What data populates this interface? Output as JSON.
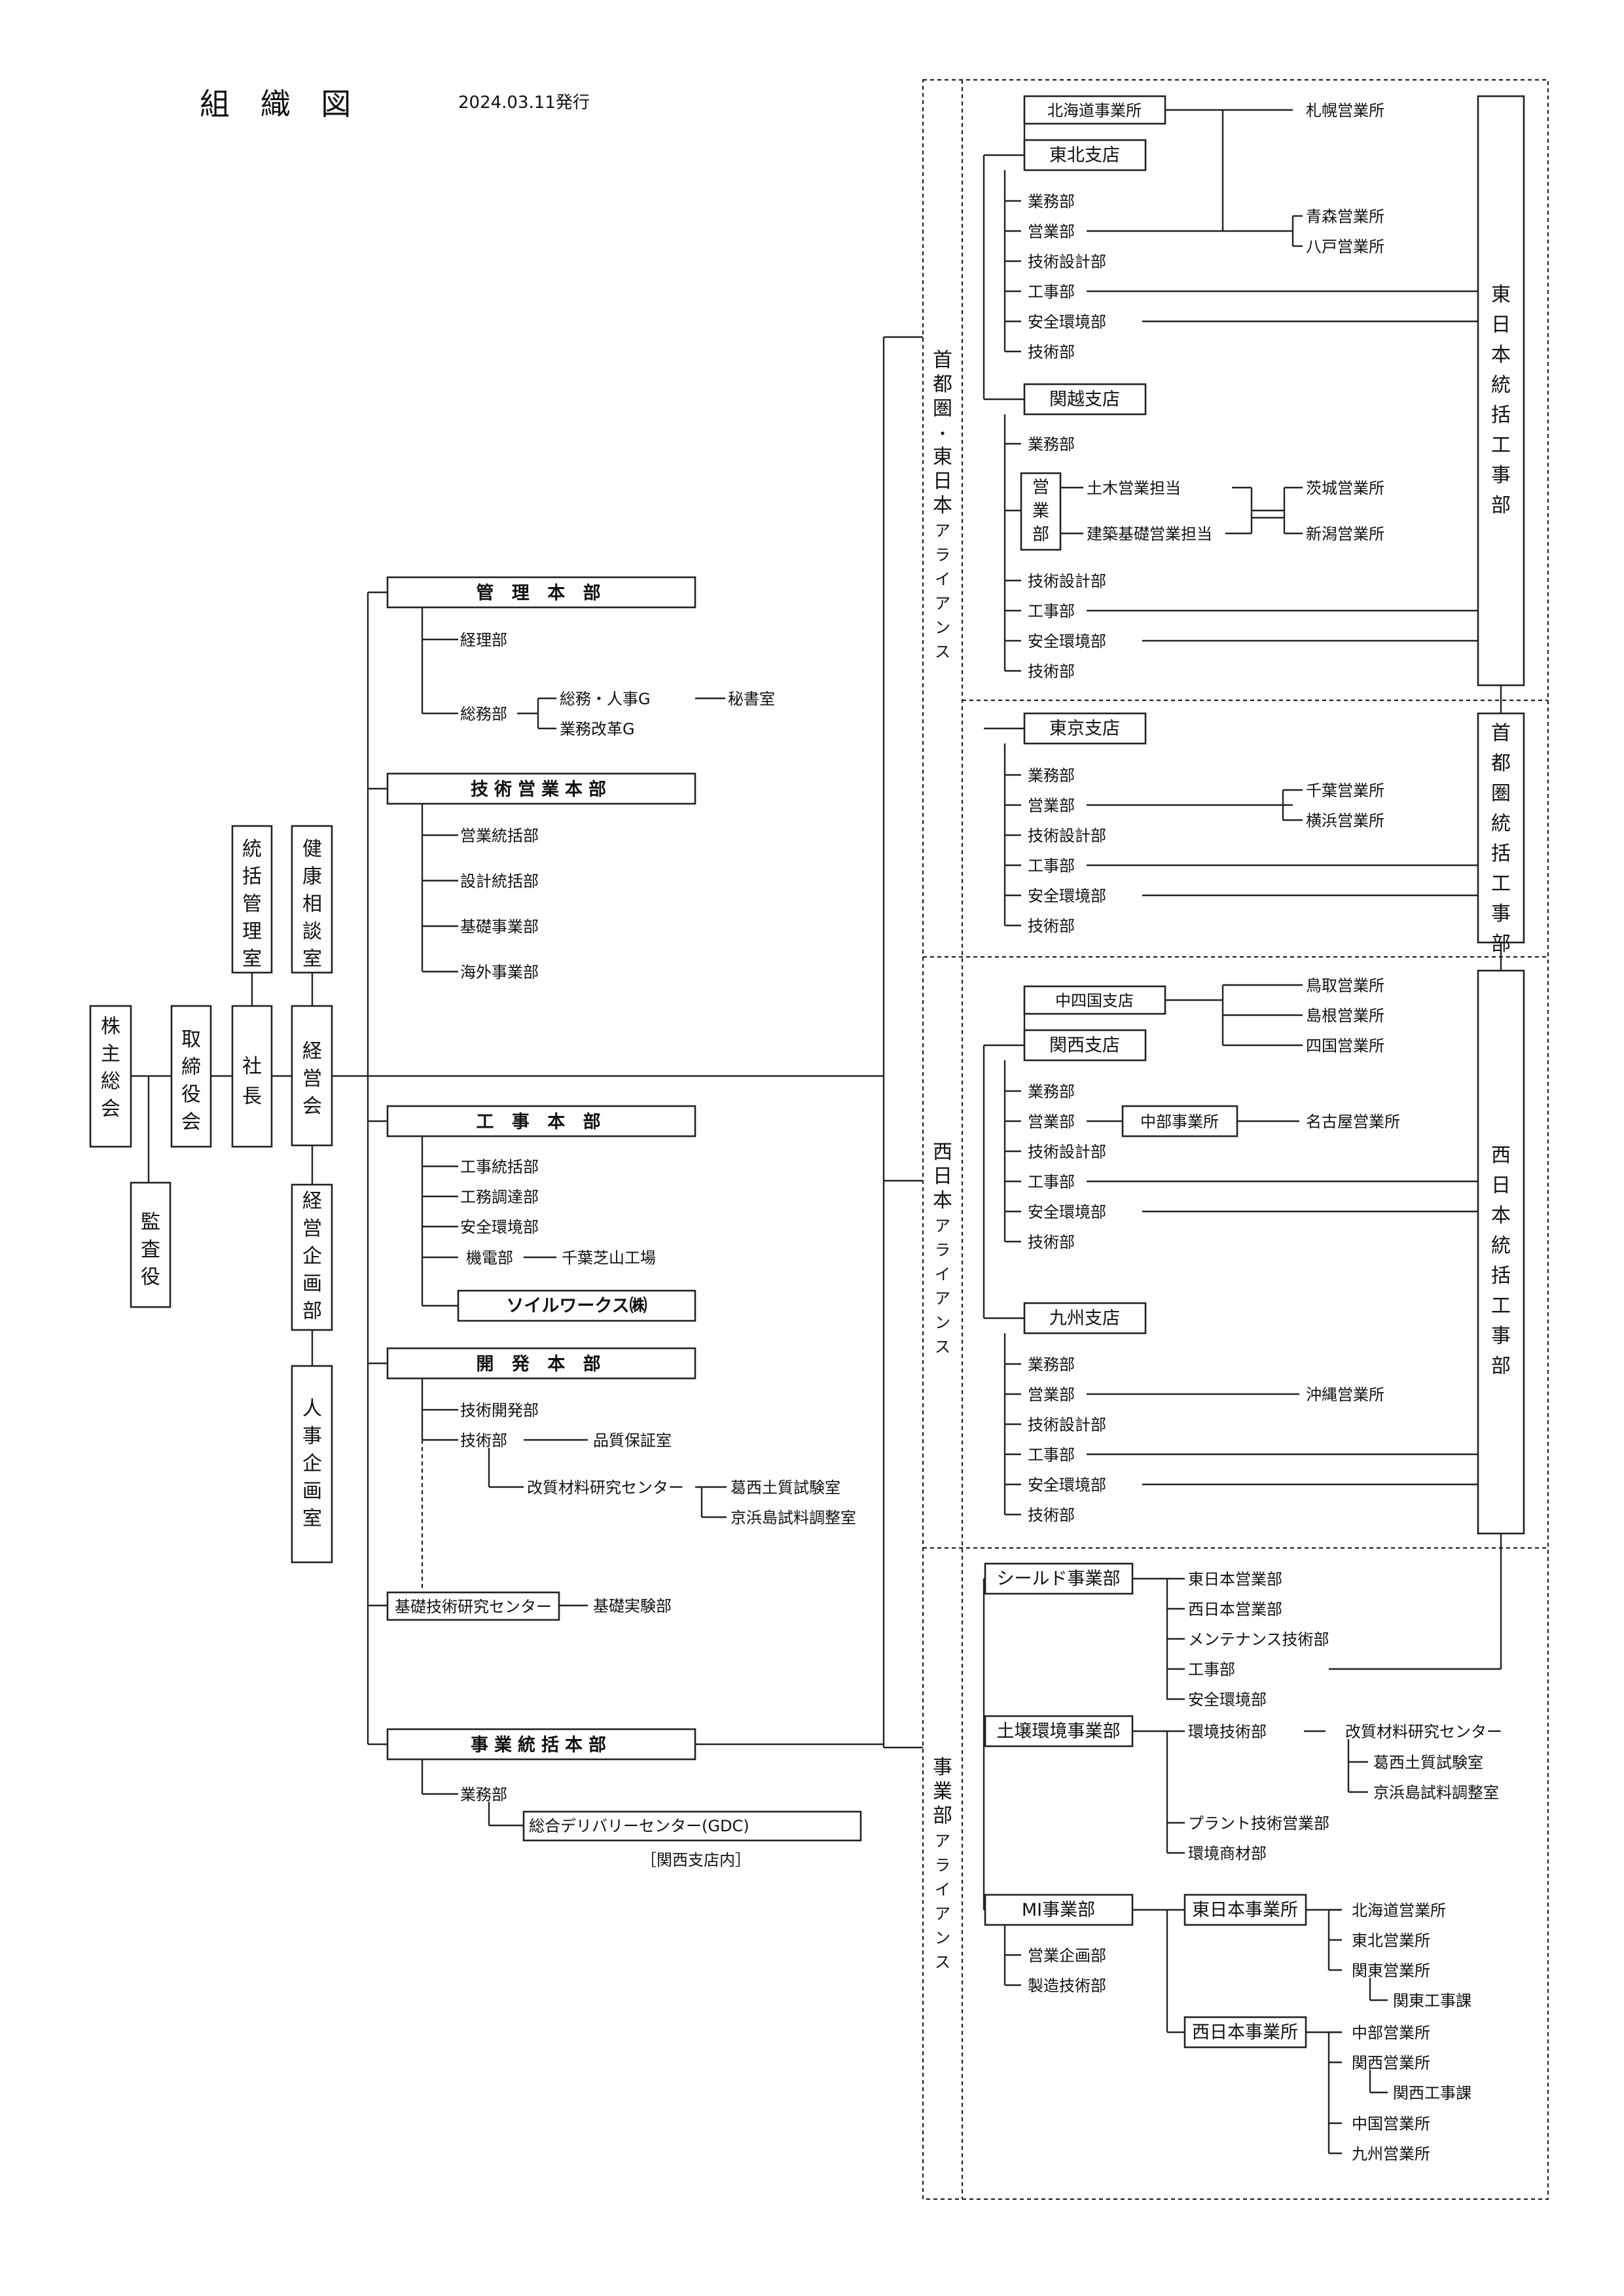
{
  "header": {
    "title": "組 織 図",
    "date": "2024.03.11発行"
  },
  "left": {
    "shareholders": "株主総会",
    "board": "取締役会",
    "auditor": "監査役",
    "president": "社長",
    "general_office": "統括管理室",
    "health": "健康相談室",
    "management_council": "経営会",
    "planning": "経営企画部",
    "hr": "人事企画室"
  },
  "management_hq": {
    "title": "管 理 本 部",
    "accounting": "経理部",
    "general_affairs": "総務部",
    "ga_hr_group": "総務・人事G",
    "secretary": "秘書室",
    "reform_group": "業務改革G"
  },
  "tech_sales_hq": {
    "title": "技術営業本部",
    "items": [
      "営業統括部",
      "設計統括部",
      "基礎事業部",
      "海外事業部"
    ]
  },
  "construction_hq": {
    "title": "工 事 本 部",
    "items": [
      "工事統括部",
      "工務調達部",
      "安全環境部"
    ],
    "machinery": "機電部",
    "factory": "千葉芝山工場",
    "subsidiary": "ソイルワークス㈱"
  },
  "development_hq": {
    "title": "開 発 本 部",
    "tech_dev": "技術開発部",
    "tech": "技術部",
    "quality": "品質保証室",
    "research_center": "改質材料研究センター",
    "lab1": "葛西土質試験室",
    "lab2": "京浜島試料調整室"
  },
  "foundation_center": {
    "title": "基礎技術研究センター",
    "lab": "基礎実験部"
  },
  "business_hq": {
    "title": "事業統括本部",
    "dept": "業務部",
    "gdc": "総合デリバリーセンター(GDC)",
    "gdc_note": "［関西支店内］"
  },
  "alliances": {
    "east": "首都圏・東日本アライアンス",
    "west": "西日本アライアンス",
    "division": "事業部アライアンス"
  },
  "east_japan": {
    "hokkaido": "北海道事業所",
    "sapporo": "札幌営業所",
    "tohoku": "東北支店",
    "tohoku_depts": [
      "業務部",
      "営業部",
      "技術設計部",
      "工事部",
      "安全環境部",
      "技術部"
    ],
    "aomori": "青森営業所",
    "hachinohe": "八戸営業所",
    "kanetsu": "関越支店",
    "kanetsu_ops": "業務部",
    "sales_box": "営業部",
    "civil": "土木営業担当",
    "building": "建築基礎営業担当",
    "ibaraki": "茨城営業所",
    "niigata": "新潟営業所",
    "kanetsu_depts": [
      "技術設計部",
      "工事部",
      "安全環境部",
      "技術部"
    ],
    "east_construction": "東日本統括工事部"
  },
  "capital": {
    "tokyo": "東京支店",
    "tokyo_depts": [
      "業務部",
      "営業部",
      "技術設計部",
      "工事部",
      "安全環境部",
      "技術部"
    ],
    "chiba": "千葉営業所",
    "yokohama": "横浜営業所",
    "capital_construction": "首都圏統括工事部"
  },
  "west_japan": {
    "chushikoku": "中四国支店",
    "tottori": "鳥取営業所",
    "shimane": "島根営業所",
    "shikoku": "四国営業所",
    "kansai": "関西支店",
    "kansai_depts": [
      "業務部",
      "営業部",
      "技術設計部",
      "工事部",
      "安全環境部",
      "技術部"
    ],
    "chubu": "中部事業所",
    "nagoya": "名古屋営業所",
    "kyushu": "九州支店",
    "kyushu_depts": [
      "業務部",
      "営業部",
      "技術設計部",
      "工事部",
      "安全環境部",
      "技術部"
    ],
    "okinawa": "沖縄営業所",
    "west_construction": "西日本統括工事部"
  },
  "divisions": {
    "shield": "シールド事業部",
    "shield_items": [
      "東日本営業部",
      "西日本営業部",
      "メンテナンス技術部",
      "工事部",
      "安全環境部"
    ],
    "soil": "土壌環境事業部",
    "soil_env_tech": "環境技術部",
    "soil_research": "改質材料研究センター",
    "soil_lab1": "葛西土質試験室",
    "soil_lab2": "京浜島試料調整室",
    "plant": "プラント技術営業部",
    "materials": "環境商材部",
    "mi": "MI事業部",
    "mi_items": [
      "営業企画部",
      "製造技術部"
    ],
    "mi_east": "東日本事業所",
    "mi_east_items": [
      "北海道営業所",
      "東北営業所",
      "関東営業所"
    ],
    "kanto_construction": "関東工事課",
    "mi_west": "西日本事業所",
    "mi_west_items": [
      "中部営業所",
      "関西営業所"
    ],
    "kansai_construction": "関西工事課",
    "mi_west_items2": [
      "中国営業所",
      "九州営業所"
    ]
  }
}
